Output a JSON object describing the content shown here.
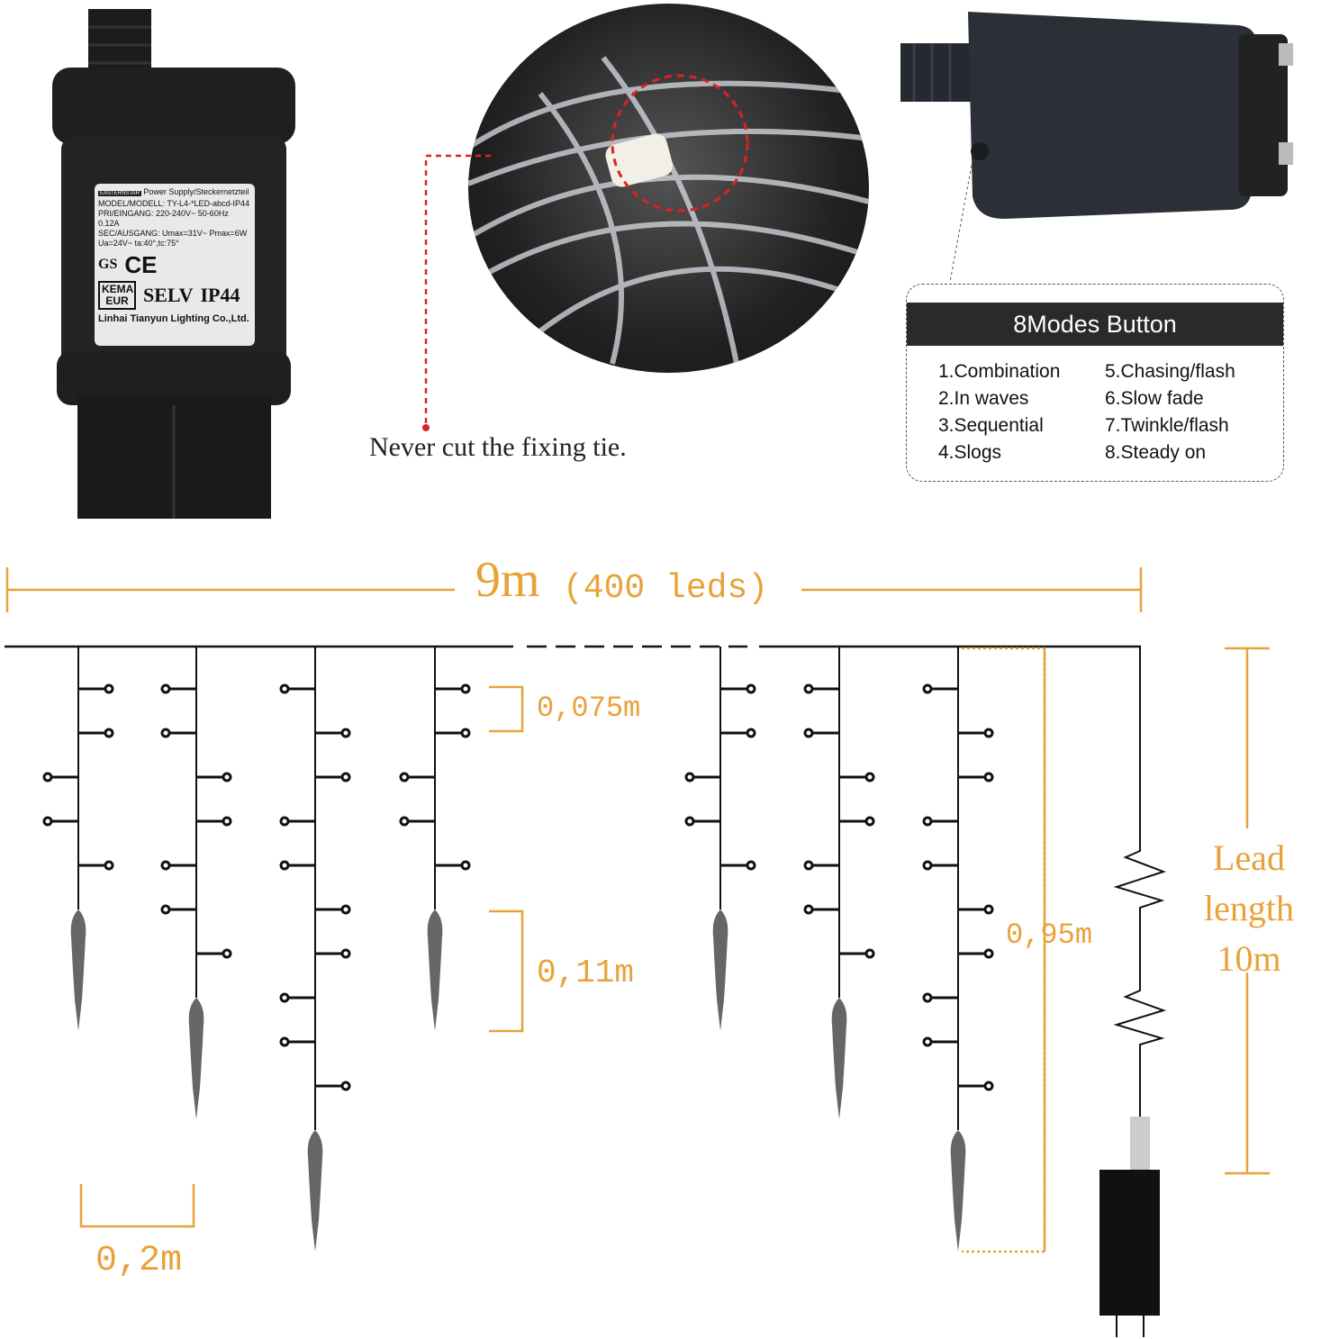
{
  "adapter": {
    "brand": "EASTERNSTAR",
    "title": "Power Supply/Steckernetzteil",
    "model": "MODEL/MODELL: TY-L4-*LED-abcd-IP44",
    "input": "PRI/EINGANG: 220-240V~ 50-60Hz 0.12A",
    "output": "SEC/AUSGANG: Umax=31V~ Pmax=6W",
    "output2": "Ua=24V~ ta:40°,tc:75°",
    "marks": [
      "CE",
      "GS",
      "KEMA EUR",
      "SELV",
      "IP44"
    ],
    "maker": "Linhai Tianyun Lighting Co.,Ltd."
  },
  "tie_note": "Never cut the fixing tie.",
  "controller": {
    "modes_title": "8Modes Button",
    "modes_left": [
      "1.Combination",
      "2.In waves",
      "3.Sequential",
      "4.Slogs"
    ],
    "modes_right": [
      "5.Chasing/flash",
      "6.Slow fade",
      "7.Twinkle/flash",
      "8.Steady on"
    ]
  },
  "diagram": {
    "width_label": "9m",
    "leds_label": "(400 leds)",
    "bulb_spacing": "0,075m",
    "group_spacing": "0,11m",
    "max_drop": "0,95m",
    "strand_spacing": "0,2m",
    "lead_label": [
      "Lead",
      "length",
      "10m"
    ],
    "accent": "#e8a23a"
  }
}
